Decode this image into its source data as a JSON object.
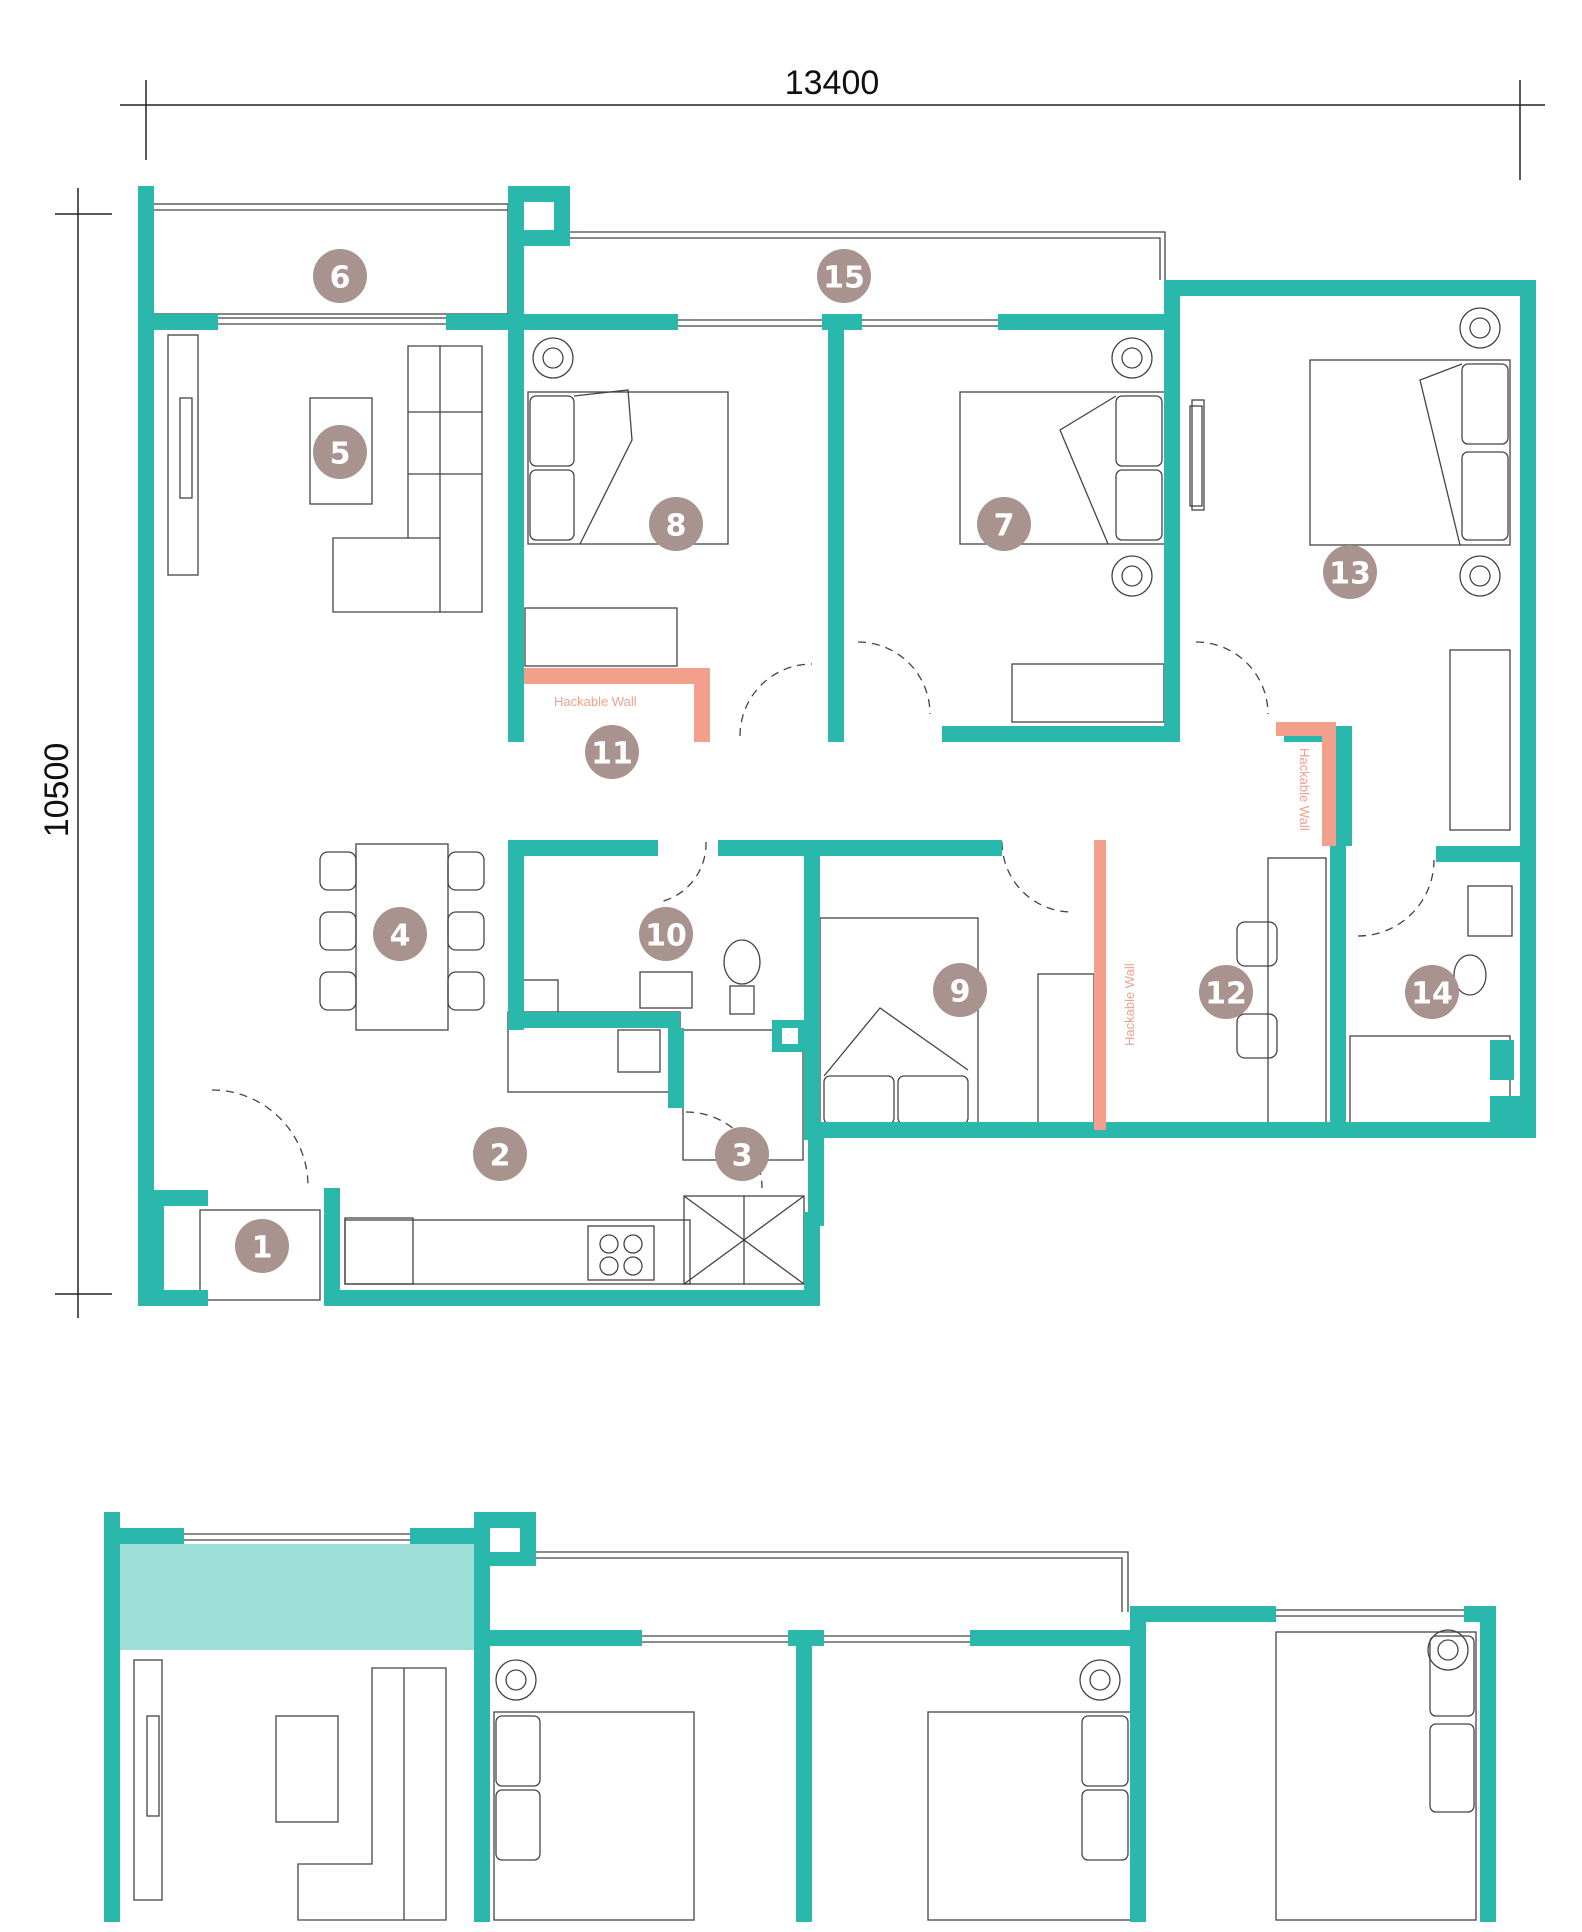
{
  "colors": {
    "wall": "#2bb8ac",
    "hackable_wall": "#f2a08c",
    "badge": "#a8938f",
    "highlight": "#9ee0d8",
    "line": "#333333"
  },
  "dimensions": {
    "width_label": "13400",
    "height_label": "10500"
  },
  "rooms": [
    "1",
    "2",
    "3",
    "4",
    "5",
    "6",
    "7",
    "8",
    "9",
    "10",
    "11",
    "12",
    "13",
    "14",
    "15"
  ],
  "hackable_wall_labels": [
    "Hackable Wall",
    "Hackable Wall",
    "Hackable Wall"
  ]
}
